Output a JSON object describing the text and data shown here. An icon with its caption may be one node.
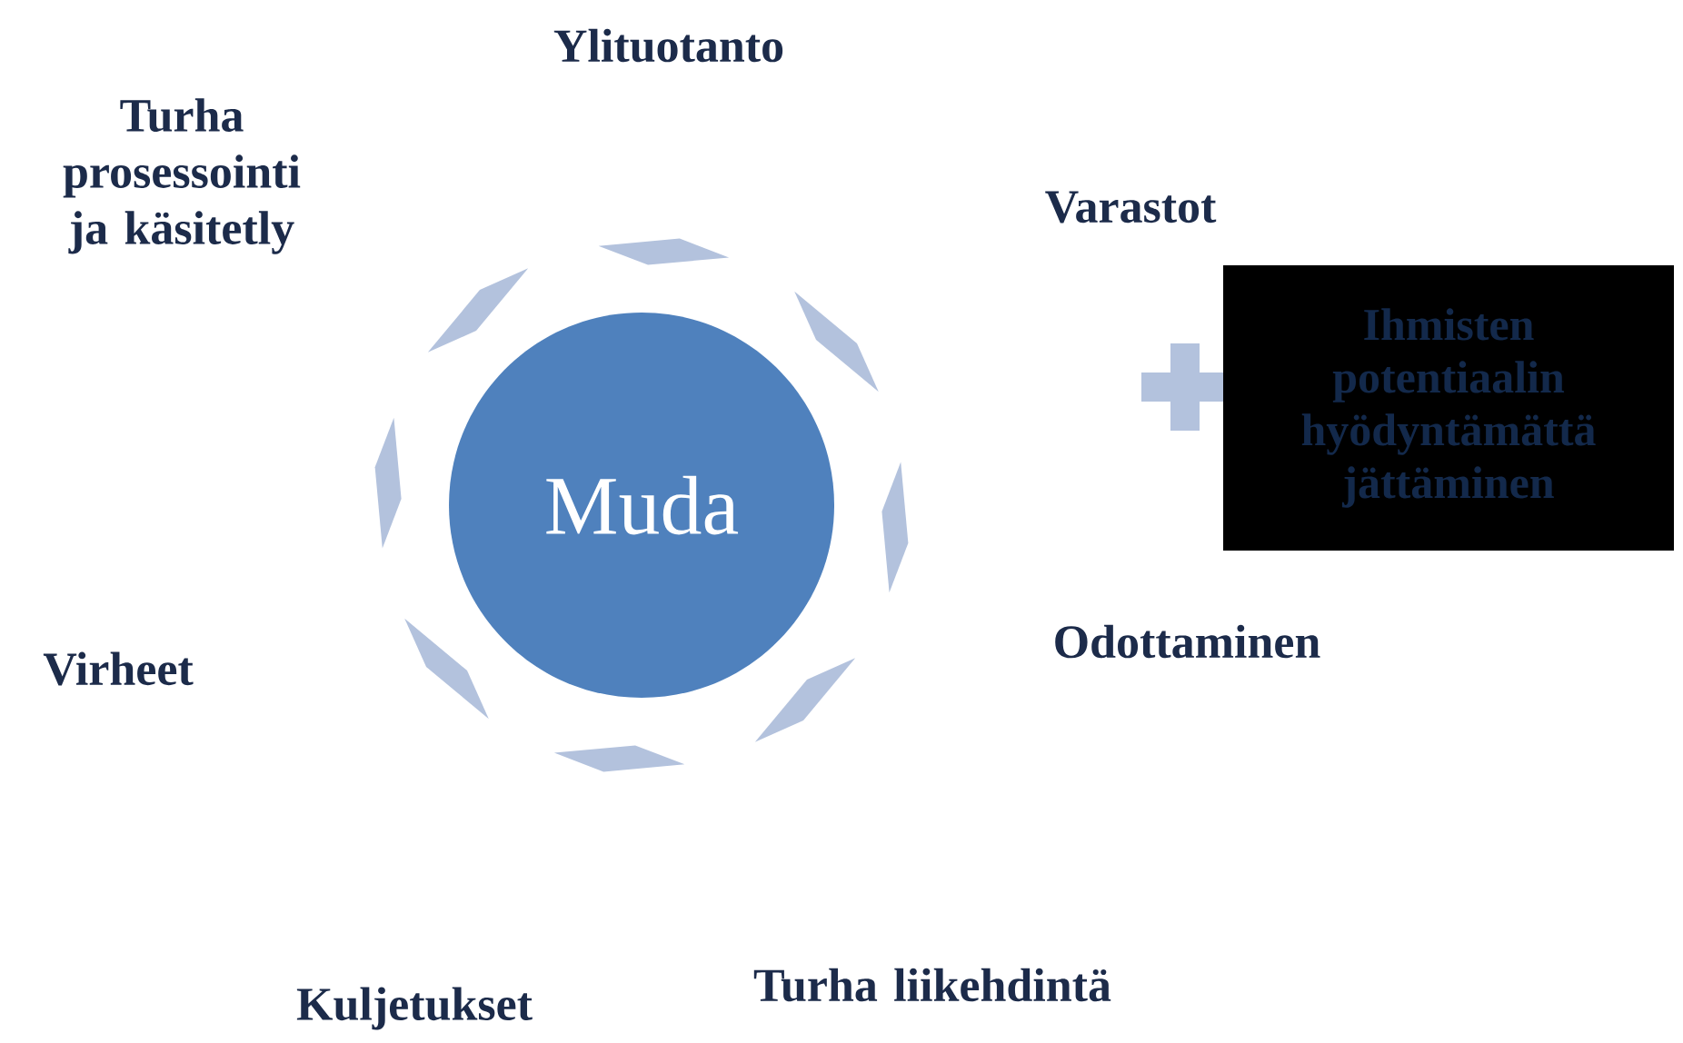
{
  "diagram": {
    "nodes": [
      {
        "text": [
          "Muda"
        ]
      },
      {
        "text": [
          "Ihmisten potentiaalin hyödyntämättä jättäminen"
        ]
      }
    ],
    "labels": [
      "Ylituotanto",
      "Turha prosessointi ja käsitetly",
      "Varastot",
      "Odottaminen",
      "Virheet",
      "Kuljetukset",
      "Turha liikehdintä"
    ]
  }
}
